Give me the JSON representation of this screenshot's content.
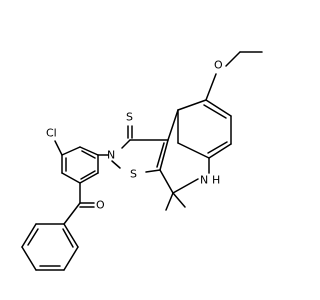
{
  "labels": {
    "cl": "Cl",
    "s_thione": "S",
    "n_ring": "N",
    "s_ring": "S",
    "o_ethoxy": "O",
    "nh_n": "N",
    "nh_h": "H",
    "o_carbonyl": "O"
  }
}
